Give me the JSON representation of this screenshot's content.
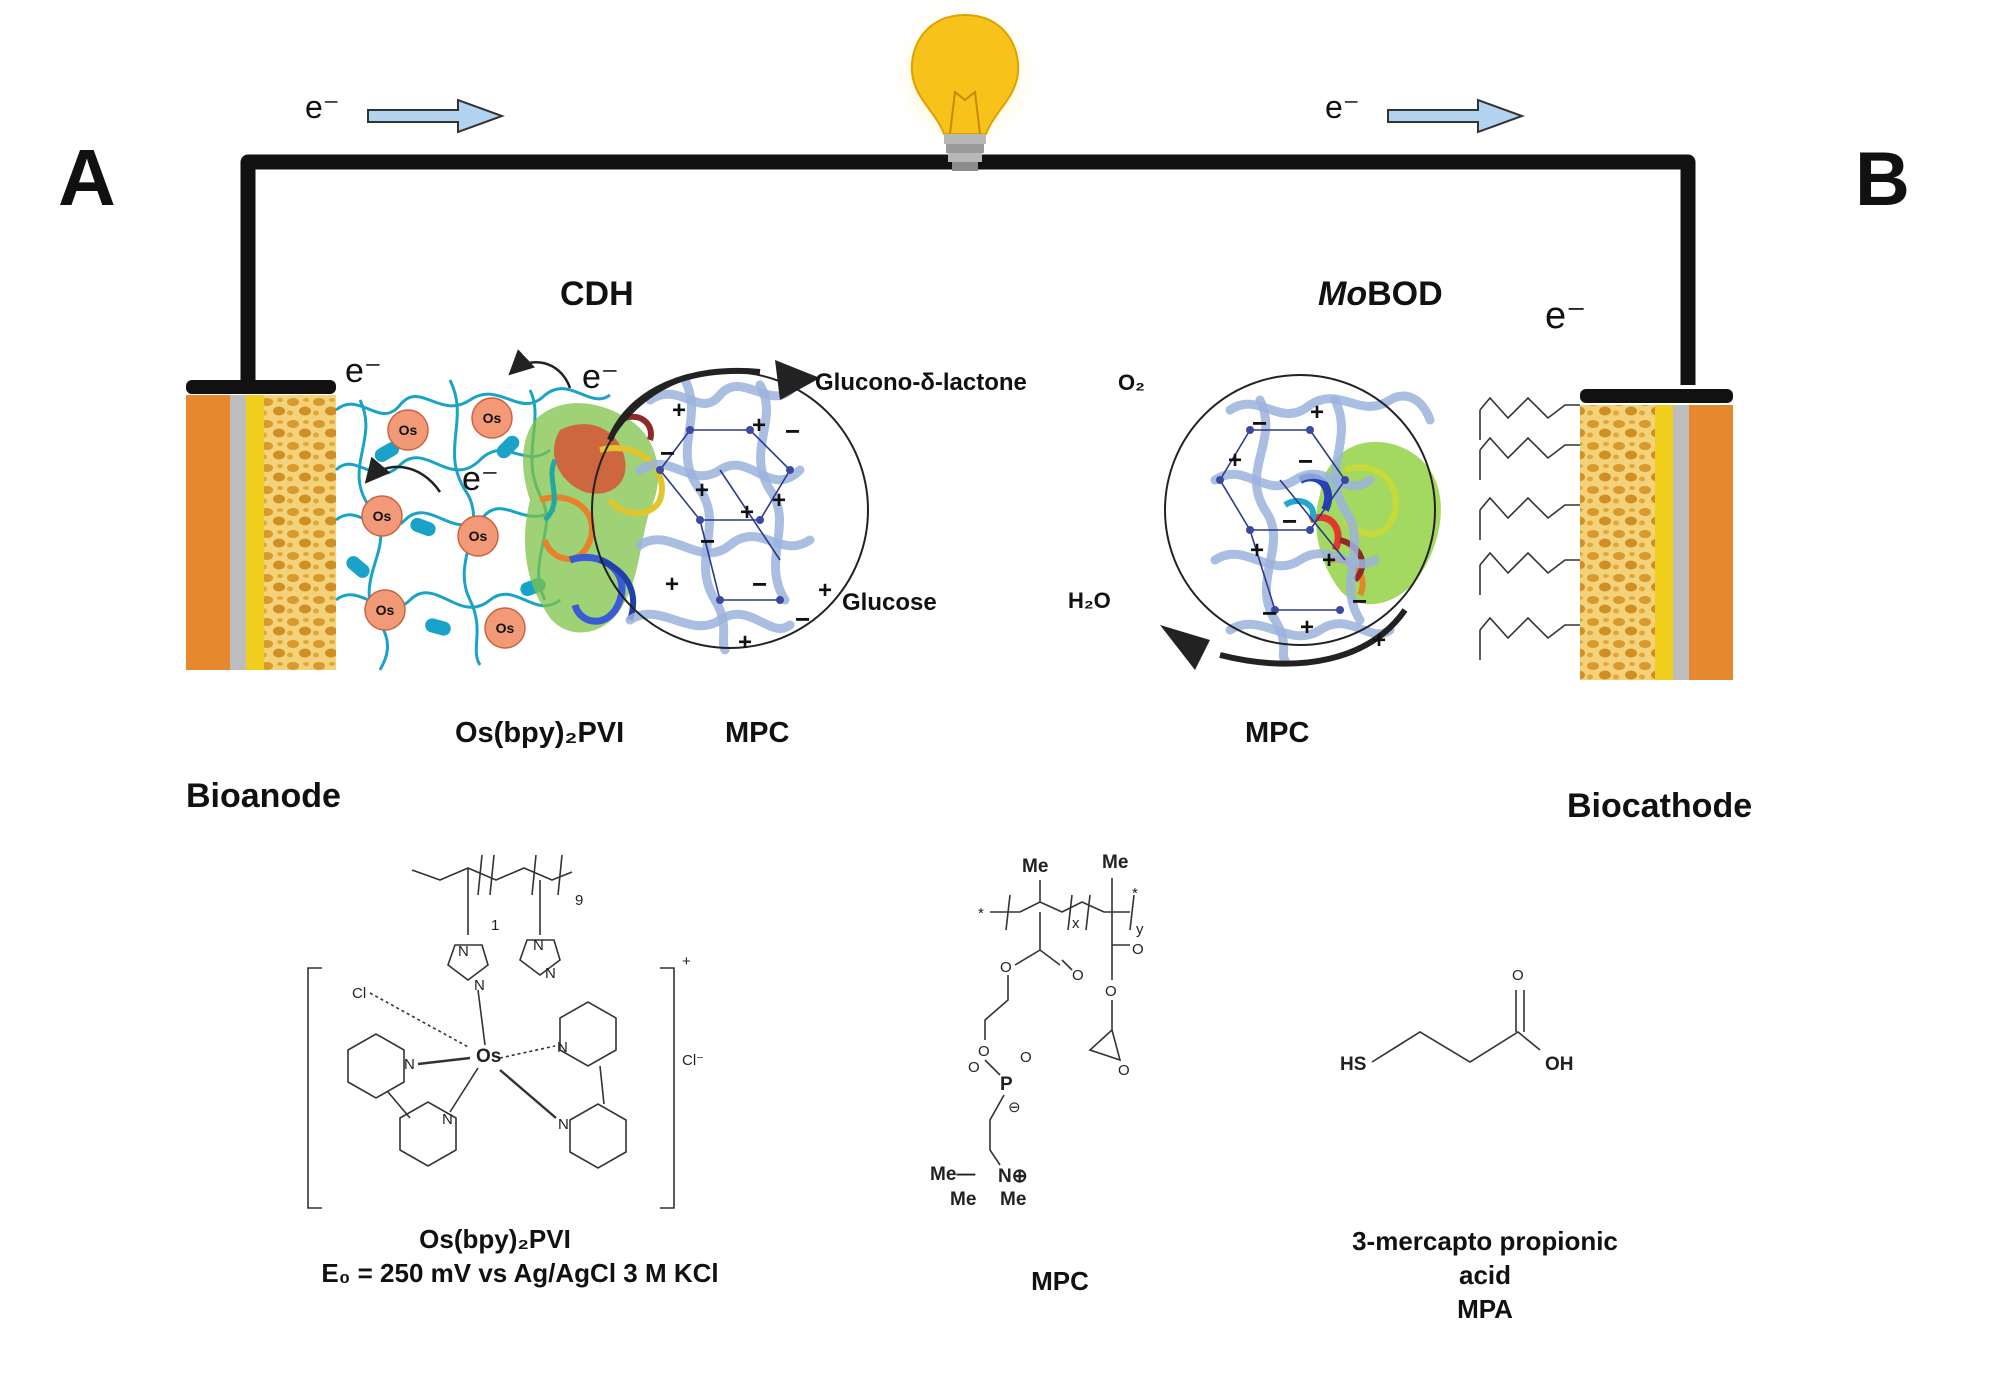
{
  "panels": {
    "left_letter": "A",
    "right_letter": "B"
  },
  "circuit": {
    "electron_left": "e⁻",
    "electron_right": "e⁻",
    "bulb_icon": "lightbulb-icon"
  },
  "anode": {
    "enzyme_title": "CDH",
    "electron_a": "e⁻",
    "electron_b": "e⁻",
    "electron_c": "e⁻",
    "product": "Glucono-δ-lactone",
    "substrate": "Glucose",
    "mediator_label": "Os(bpy)₂PVI",
    "polymer_label": "MPC",
    "electrode_label": "Bioanode",
    "os_site": "Os",
    "charges": [
      "+",
      "+",
      "+",
      "+",
      "+",
      "+",
      "+",
      "+",
      "−",
      "−",
      "−",
      "−",
      "−"
    ]
  },
  "cathode": {
    "enzyme_title_italic": "Mo",
    "enzyme_title_rest": "BOD",
    "electron": "e⁻",
    "o2": "O₂",
    "h2o": "H₂O",
    "polymer_label": "MPC",
    "electrode_label": "Biocathode",
    "charges": [
      "+",
      "+",
      "+",
      "+",
      "+",
      "+",
      "−",
      "−",
      "−",
      "−",
      "−"
    ]
  },
  "structures": {
    "os_polymer": {
      "name": "Os(bpy)₂PVI",
      "potential": "E₀ = 250 mV vs Ag/AgCl 3 M KCl",
      "sub_1": "1",
      "sub_9": "9",
      "cl": "Cl",
      "cl_minus": "Cl⁻",
      "charge_plus": "+",
      "os": "Os",
      "n": "N"
    },
    "mpc": {
      "name": "MPC",
      "me": "Me",
      "x": "x",
      "y": "y",
      "o": "O",
      "p": "P",
      "n_plus": "N⊕",
      "minus": "⊖",
      "me_n": "Me—",
      "star": "*"
    },
    "mpa": {
      "name_line1": "3-mercapto propionic",
      "name_line2": "acid",
      "name_line3": "MPA",
      "hs": "HS",
      "oh": "OH",
      "o": "O"
    }
  },
  "colors": {
    "wire": "#111111",
    "arrow_fill": "#b3d4f0",
    "electrode_orange": "#e6882e",
    "electrode_grey": "#bdbdbd",
    "electrode_yellow": "#f1cd1e",
    "foam": "#e3b43c",
    "os_ball": "#f29a78",
    "linker": "#1aa3c9",
    "mesh": "#9bb3dd",
    "bulb": "#f7c21a"
  }
}
